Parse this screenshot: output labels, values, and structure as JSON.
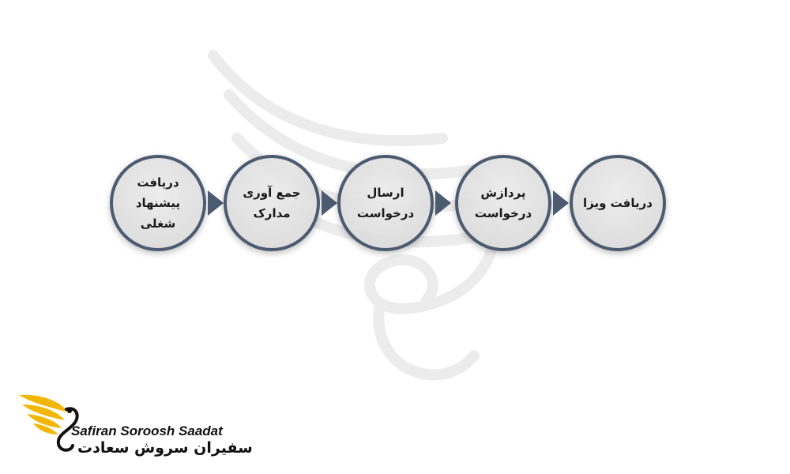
{
  "steps": [
    {
      "label": "دریافت\nپیشنهاد\nشغلی"
    },
    {
      "label": "جمع آوری\nمدارک"
    },
    {
      "label": "ارسال\nدرخواست"
    },
    {
      "label": "پردازش\nدرخواست"
    },
    {
      "label": "دریافت ویزا"
    }
  ],
  "brand": {
    "name_en": "Safiran Soroosh Saadat",
    "name_fa": "سفیران سروش سعادت"
  },
  "colors": {
    "circle_border": "#4d5b70",
    "circle_fill": "#dcdcdc",
    "logo_gold": "#f2b705"
  }
}
